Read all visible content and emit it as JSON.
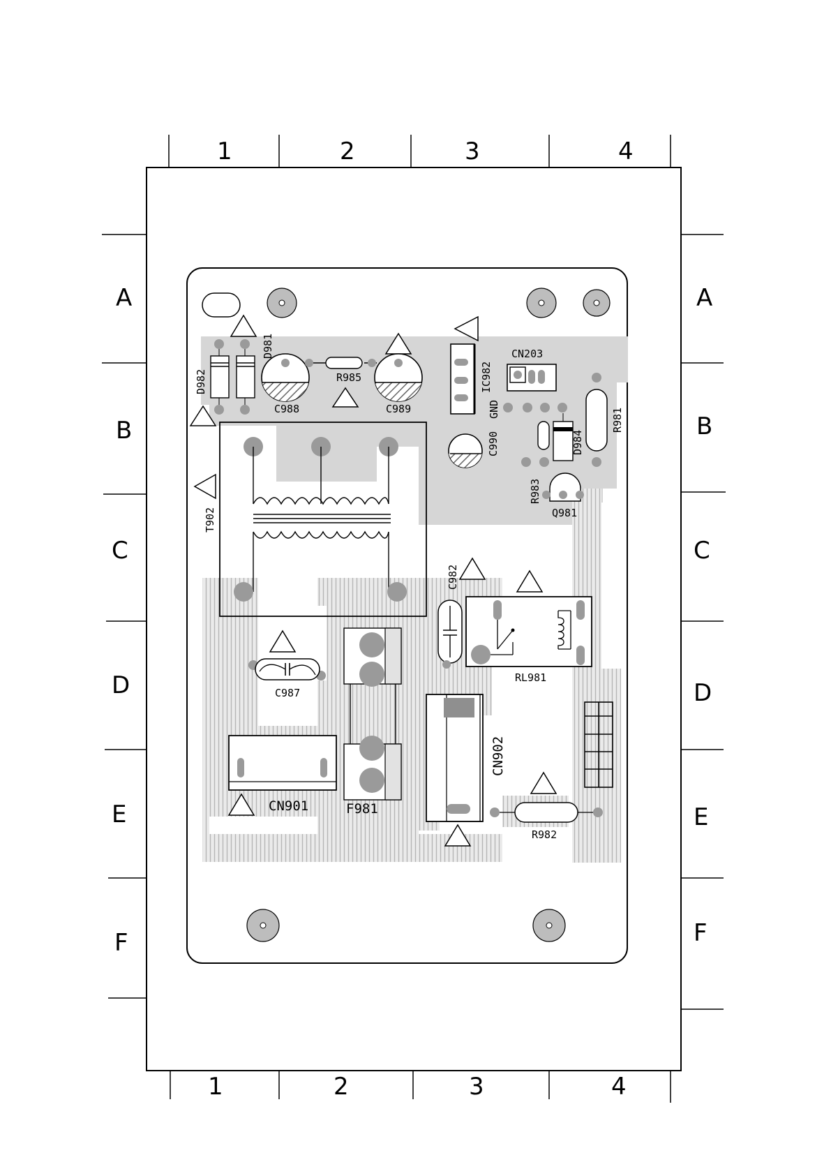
{
  "grid": {
    "columns": [
      "1",
      "2",
      "3",
      "4"
    ],
    "rows": [
      "A",
      "B",
      "C",
      "D",
      "E",
      "F"
    ]
  },
  "components": {
    "d982": "D982",
    "d981": "D981",
    "c988": "C988",
    "r985": "R985",
    "c989": "C989",
    "ic982": "IC982",
    "cn203": "CN203",
    "gnd": "GND",
    "c990": "C990",
    "d984": "D984",
    "r981": "R981",
    "r983": "R983",
    "q981": "Q981",
    "t902": "T902",
    "c982": "C982",
    "rl981": "RL981",
    "c987": "C987",
    "cn902": "CN902",
    "cn901": "CN901",
    "f981": "F981",
    "r982": "R982"
  },
  "colors": {
    "ink": "#000000",
    "copper": "#d6d6d6",
    "pad": "#9a9a9a"
  }
}
